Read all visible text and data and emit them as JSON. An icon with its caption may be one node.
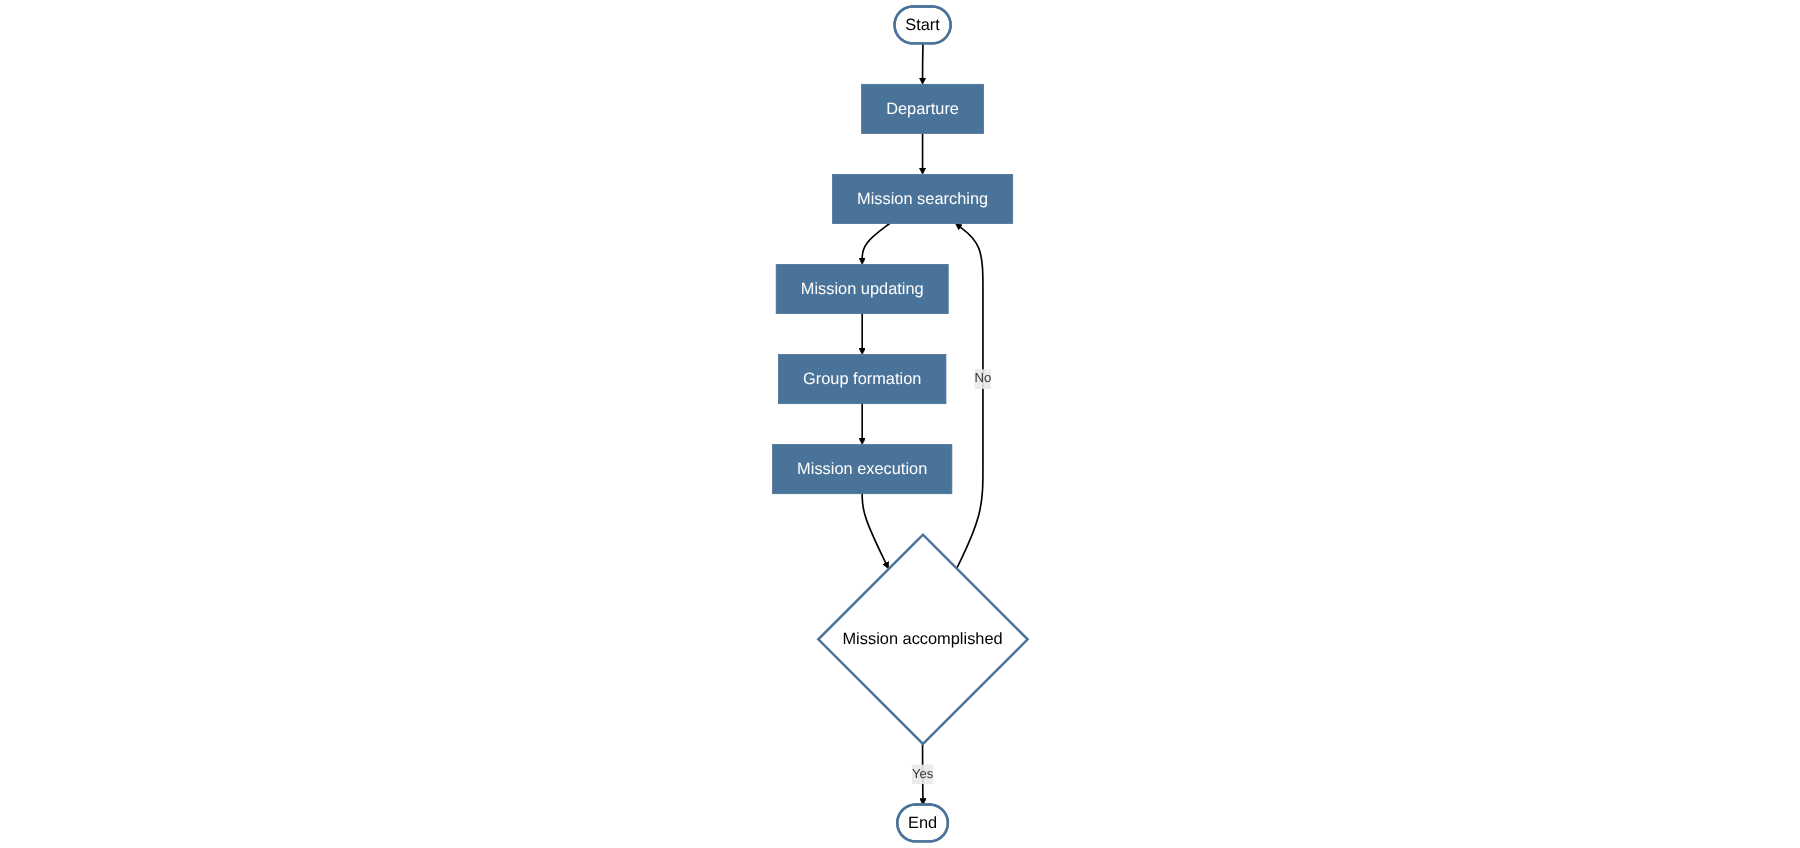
{
  "diagram": {
    "nodes": [
      {
        "text": [
          "Departure"
        ]
      },
      {
        "text": [
          "Mission searching"
        ]
      },
      {
        "text": [
          "Mission updating"
        ]
      },
      {
        "text": [
          "Start"
        ]
      },
      {
        "text": [
          "Group formation"
        ]
      },
      {
        "text": [
          "End"
        ]
      },
      {
        "text": [
          "Mission accomplished"
        ]
      },
      {
        "text": [
          "Mission execution"
        ]
      }
    ],
    "edges": [
      {
        "from": 3,
        "to": 0,
        "arrow": "to"
      },
      {
        "from": 0,
        "to": 1,
        "arrow": "to"
      },
      {
        "from": 1,
        "to": 2,
        "arrow": "to"
      },
      {
        "from": 2,
        "to": 4,
        "arrow": "to"
      },
      {
        "from": 4,
        "to": 7,
        "arrow": "to"
      },
      {
        "from": 7,
        "to": 6,
        "arrow": "to"
      },
      {
        "from": 6,
        "to": 1,
        "label": "No",
        "arrow": "to"
      },
      {
        "from": 6,
        "to": 5,
        "label": "Yes",
        "arrow": "to"
      }
    ]
  }
}
